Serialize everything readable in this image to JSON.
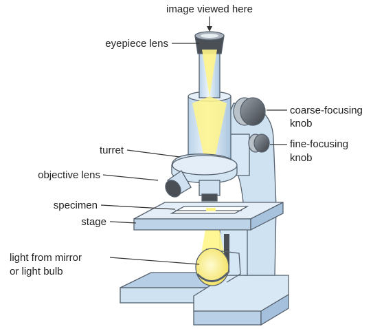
{
  "labels": {
    "image_viewed": "image viewed here",
    "eyepiece": "eyepiece lens",
    "coarse_1": "coarse-focusing",
    "coarse_2": "knob",
    "fine_1": "fine-focusing",
    "fine_2": "knob",
    "turret": "turret",
    "objective": "objective lens",
    "specimen": "specimen",
    "stage": "stage",
    "light_1": "light from mirror",
    "light_2": "or light bulb"
  },
  "colors": {
    "body_fill": "#cfe2f2",
    "body_light": "#e6f0f9",
    "outline": "#55606c",
    "light_beam": "#fff58a",
    "lens_dark": "#4a4f55"
  }
}
